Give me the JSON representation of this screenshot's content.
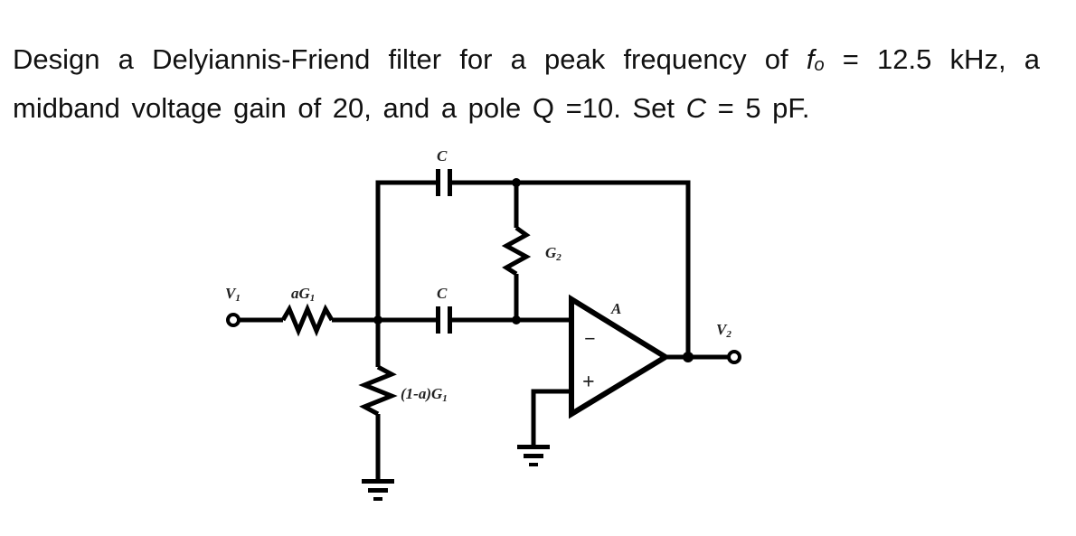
{
  "problem": {
    "line1_prefix": "Design a Delyiannis-Friend filter for a peak frequency of",
    "f_symbol": "f",
    "f_subscript": "o",
    "line1_suffix": " = 12.5 kHz, a",
    "line2_prefix": "midband voltage gain of 20, and a pole Q =10. Set ",
    "c_symbol": "C",
    "line2_suffix": " = 5 pF."
  },
  "circuit": {
    "labels": {
      "input_node": "V",
      "input_node_sub": "1",
      "output_node": "V",
      "output_node_sub": "2",
      "input_resistor": "aG",
      "input_resistor_sub": "1",
      "shunt_resistor": "(1-a)G",
      "shunt_resistor_sub": "1",
      "feedback_resistor": "G",
      "feedback_resistor_sub": "2",
      "top_capacitor": "C",
      "series_capacitor": "C",
      "opamp_gain": "A",
      "inverting_sign": "−",
      "noninverting_sign": "+"
    }
  }
}
